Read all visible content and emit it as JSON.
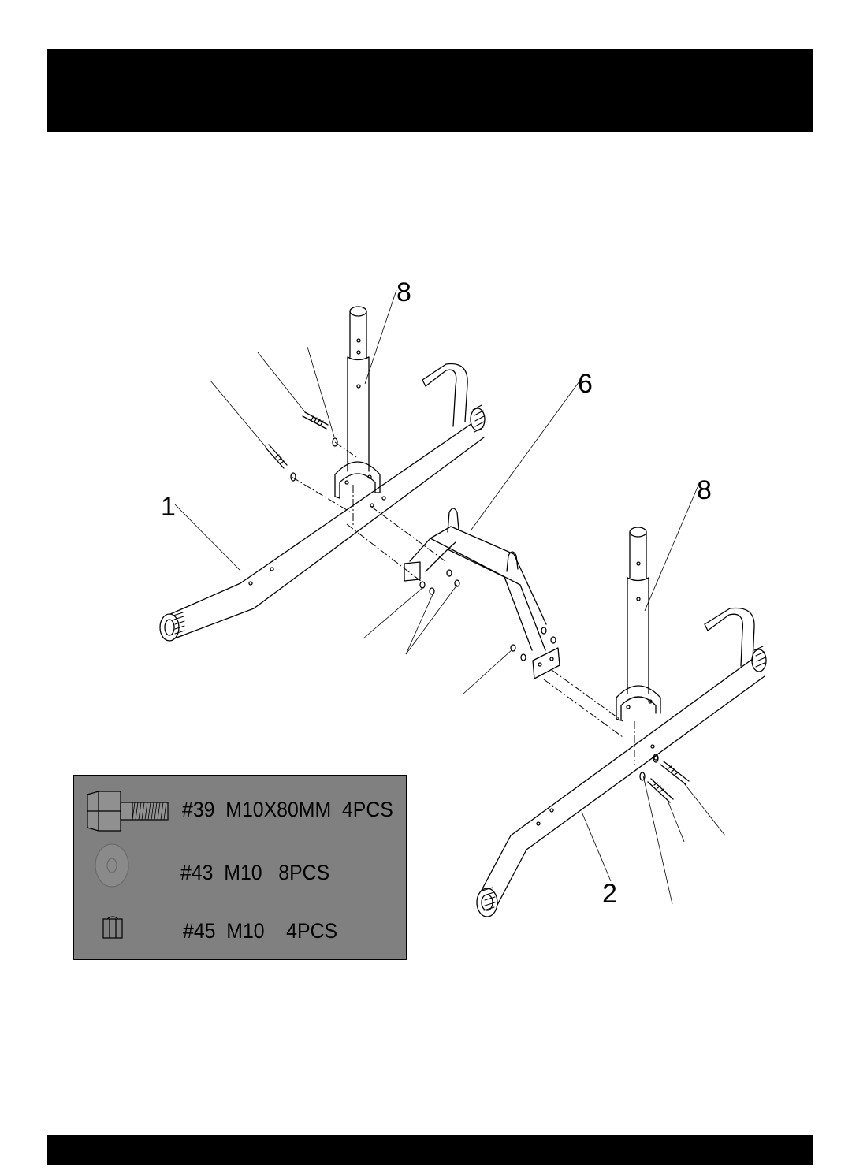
{
  "callouts": {
    "left_post": "8",
    "crossbar": "6",
    "right_post": "8",
    "left_base": "1",
    "right_base": "2"
  },
  "hardware": {
    "items": [
      {
        "icon": "bolt-icon",
        "label": "#39  M10X80MM  4PCS"
      },
      {
        "icon": "washer-icon",
        "label": "#43  M10   8PCS"
      },
      {
        "icon": "nut-icon",
        "label": "#45  M10    4PCS"
      }
    ]
  },
  "colors": {
    "header_bar": "#000000",
    "hardware_box": "#808080"
  }
}
